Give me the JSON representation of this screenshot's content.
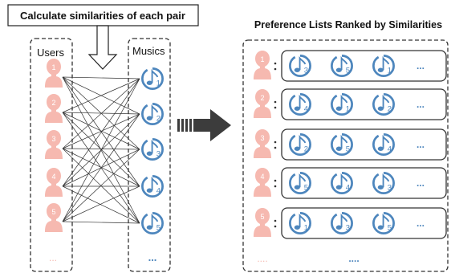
{
  "top_box": {
    "label": "Calculate similarities of each pair"
  },
  "users_panel": {
    "title": "Users",
    "items": [
      "1",
      "2",
      "3",
      "4",
      "5"
    ],
    "ellipsis": "..."
  },
  "musics_panel": {
    "title": "Musics",
    "items": [
      "1",
      "2",
      "3",
      "4",
      "5"
    ],
    "ellipsis": "..."
  },
  "pref_panel": {
    "title": "Preference Lists Ranked by Similarities",
    "rows": [
      {
        "user": "1",
        "musics": [
          "3",
          "5",
          "1"
        ],
        "ellipsis": "..."
      },
      {
        "user": "2",
        "musics": [
          "4",
          "1",
          "2"
        ],
        "ellipsis": "..."
      },
      {
        "user": "3",
        "musics": [
          "2",
          "5",
          "4"
        ],
        "ellipsis": "..."
      },
      {
        "user": "4",
        "musics": [
          "5",
          "4",
          "3"
        ],
        "ellipsis": "..."
      },
      {
        "user": "5",
        "musics": [
          "1",
          "3",
          "5"
        ],
        "ellipsis": "..."
      }
    ],
    "user_ellipsis": "....",
    "list_ellipsis": "...."
  },
  "colors": {
    "user_pink": "#f6b9b0",
    "user_num": "#ffffff",
    "music_blue": "#4d86bd",
    "dashed": "#333333",
    "arrow": "#3c3c3c"
  }
}
